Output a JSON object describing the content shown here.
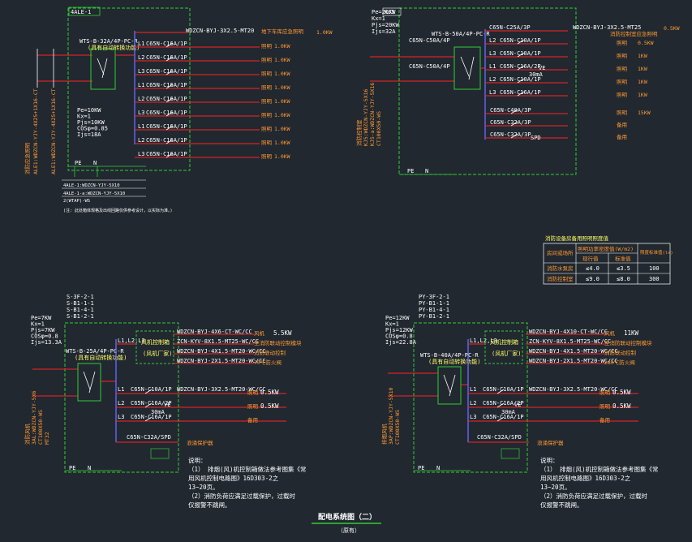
{
  "title": "配电系统图（二）",
  "subtitle": "（原有）",
  "colors": {
    "green": "#33cc33",
    "red": "#ff2222",
    "white": "#ffffff",
    "yellow": "#ffff66",
    "orange": "#ff9933",
    "cyan": "#33dddd",
    "blue": "#6666ff",
    "bg": "#212830"
  },
  "panel_a": {
    "label": "4ALE-1",
    "main_breaker": "WTS-B-32A/4P-PC-R",
    "main_sub": "(具有自动转换功能)",
    "params": [
      "Pe=10KW",
      "Kx=1",
      "Pjs=10KW",
      "COSφ=0.85",
      "Ijs=18A"
    ],
    "feeder_cable": "WDZCN-BYJ-3X2.5-MT20",
    "feeder_note": "地下车库应急照明",
    "feeder_power": "1.0KW",
    "circuits": [
      {
        "phase": "L1",
        "breaker": "C65N-C16A/1P",
        "load": "照明",
        "power": "1.0KW"
      },
      {
        "phase": "L2",
        "breaker": "C65N-C16A/1P",
        "load": "照明",
        "power": "1.0KW"
      },
      {
        "phase": "L3",
        "breaker": "C65N-C16A/1P",
        "load": "照明",
        "power": "1.0KW"
      },
      {
        "phase": "L1",
        "breaker": "C65N-C16A/1P",
        "load": "照明",
        "power": "1.0KW"
      },
      {
        "phase": "L2",
        "breaker": "C65N-C16A/1P",
        "load": "照明",
        "power": "1.0KW"
      },
      {
        "phase": "L3",
        "breaker": "C65N-C16A/1P",
        "load": "照明",
        "power": "1.0KW"
      },
      {
        "phase": "L1",
        "breaker": "C65N-C16A/1P",
        "load": "照明",
        "power": "1.0KW"
      },
      {
        "phase": "L2",
        "breaker": "C65N-C16A/1P",
        "load": "照明",
        "power": "1.0KW"
      },
      {
        "phase": "L3",
        "breaker": "C65N-C16A/1P",
        "load": "照明",
        "power": "1.0KW"
      }
    ],
    "pe": "PE",
    "n": "N",
    "incoming": [
      "消防应急照明",
      "ALE1:WDZCN-YJY-4X25+1X16-CT",
      "ALE1:WDZCN-YJY-4X25+1X16-CT"
    ],
    "notes": [
      "4ALE-1:WDZCN-YJY-5X10",
      "4ALE-1-a:WDZCN-YJY-5X10",
      "2(WTAP)-WS"
    ],
    "footnote": "(注: 此处箱体规格及出线回路仅供参考设计，以实际为准。)"
  },
  "panel_b": {
    "params": [
      "Pe=20KW",
      "Kx=1",
      "Pjs=20KW",
      "Ijs=32A"
    ],
    "kj": "KJ5",
    "main_breaker": "WTS-B-50A/4P-PC-R",
    "second_breaker": "C65N-C50A/4P",
    "third_breaker": "C65N-C50A/4P",
    "top_breaker": "C65N-C25A/3P",
    "top_cable": "WDZCN-BYJ-3X2.5-MT25",
    "top_load": "消防控制室应急照明",
    "top_power": "0.5KW",
    "circuits": [
      {
        "phase": "L2",
        "breaker": "C65N-C10A/1P",
        "load": "照明",
        "power": "0.5KW"
      },
      {
        "phase": "L3",
        "breaker": "C65N-C10A/1P",
        "load": "照明",
        "power": "1KW"
      },
      {
        "phase": "L1",
        "breaker": "C65N-C16A/2P",
        "load": "照明",
        "power": "1KW"
      },
      {
        "phase": "L2",
        "breaker": "C65N-C10A/1P",
        "load": "照明",
        "power": "1KW"
      },
      {
        "phase": "L3",
        "breaker": "C65N-C16A/1P",
        "load": "照明",
        "power": "1KW"
      }
    ],
    "vigi": "VE",
    "rcd": "30mA",
    "lower": [
      {
        "breaker": "C65N-C40A/3P",
        "load": "照明",
        "power": "15KW"
      },
      {
        "breaker": "C65N-C32A/3P",
        "load": "备用",
        "power": ""
      },
      {
        "breaker": "C65N-C32A/3P",
        "load": "备用",
        "power": ""
      }
    ],
    "spd": "SPD",
    "pe": "PE",
    "n": "N",
    "incoming": [
      "消防控制室",
      "KJ5:WDZCN-YJY-5X16",
      "KJ5-a:WDZCN-YJY-5X16",
      "CT100X50-WS"
    ]
  },
  "legend_table": {
    "title": "消防设备房备用照明照度值",
    "header_main": "照明功率密度值(W/m2)",
    "header_right": "照度标准值(lx)",
    "col1": "房间或场所",
    "col2": "现行值",
    "col3": "标准值",
    "rows": [
      {
        "name": "消防水泵房",
        "v1": "≤4.0",
        "v2": "≤3.5",
        "v3": "100"
      },
      {
        "name": "消防控制室",
        "v1": "≤9.0",
        "v2": "≤8.0",
        "v3": "300"
      }
    ]
  },
  "panel_c": {
    "tags": [
      "S-3F-2-1",
      "S-B1-1-1",
      "S-B1-4-1",
      "S-B1-2-1"
    ],
    "params": [
      "Pe=7KW",
      "Kx=1",
      "Pjs=7KW",
      "COSφ=0.8",
      "Ijs=13.3A"
    ],
    "main_breaker": "WTS-B-25A/4P-PC-R",
    "main_sub": "(具有自动转换功能)",
    "ctrl_label": "L1,L2,L3",
    "ctrl_box": "风机控制箱",
    "ctrl_sub": "(风机厂家)",
    "cables": [
      {
        "text": "WDZCN-BYJ-4X6-CT-WC/CC",
        "load": "风机",
        "power": "5.5KW"
      },
      {
        "text": "ZCN-KYV-8X1.5-MT25-WC/CC",
        "load": "至消防联动控制模块",
        "power": ""
      },
      {
        "text": "WDZCN-BYJ-4X1.5-MT20-WC/CC",
        "load": "消防联动控制",
        "power": ""
      },
      {
        "text": "WDZCN-BYJ-2X1.5-MT20-WC/CC",
        "load": "70℃防火阀",
        "power": ""
      }
    ],
    "circuits": [
      {
        "phase": "L1",
        "breaker": "C65N-C10A/1P",
        "cable": "WDZCN-BYJ-3X2.5-MT20-WC/CC",
        "load": "照明",
        "power": "0.5KW"
      },
      {
        "phase": "L2",
        "breaker": "C65N-C16A/2P",
        "cable": "",
        "load": "照明",
        "power": "0.5KW"
      },
      {
        "phase": "L3",
        "breaker": "C65N-C16A/1P",
        "cable": "",
        "load": "备用",
        "power": ""
      }
    ],
    "vigi": "VE",
    "rcd": "30mA",
    "spd_breaker": "C65N-C32A/SPD",
    "spd_load": "浪涌保护器",
    "pe": "PE",
    "n": "N",
    "incoming": [
      "消防风机",
      "3AL:WDZCN-YJY-5X6",
      "CT100X50-WS",
      "MT32"
    ],
    "notes": [
      "说明：",
      "（1）  排烟(风)机控制箱做法参考图集《常",
      "用风机控制电路图》16D303-2之",
      "13~20页。",
      "（2）消防负荷应满足过载保护，过载时",
      "仅报警不跳闸。"
    ]
  },
  "panel_d": {
    "tags": [
      "PY-3F-2-1",
      "PY-B1-1-1",
      "PY-B1-4-1",
      "PY-B1-2-1"
    ],
    "params": [
      "Pe=12KW",
      "Kx=1",
      "Pjs=12KW",
      "COSφ=0.8",
      "Ijs=22.8A"
    ],
    "main_breaker": "WTS-B-40A/4P-PC-R",
    "main_sub": "(具有自动转换功能)",
    "ctrl_label": "L1,L2,L3",
    "ctrl_box": "风机控制箱",
    "ctrl_sub": "(风机厂家)",
    "cables": [
      {
        "text": "WDZCN-BYJ-4X10-CT-WC/CC",
        "load": "风机",
        "power": "11KW"
      },
      {
        "text": "ZCN-KYV-8X1.5-MT25-WC/CC",
        "load": "至消防联动控制模块",
        "power": ""
      },
      {
        "text": "WDZCN-BYJ-4X1.5-MT20-WC/CC",
        "load": "消防联动控制",
        "power": ""
      },
      {
        "text": "WDZCN-BYJ-2X1.5-MT20-WC/CC",
        "load": "280℃防火阀",
        "power": ""
      }
    ],
    "circuits": [
      {
        "phase": "L1",
        "breaker": "C65N-C10A/1P",
        "cable": "WDZCN-BYJ-3X2.5-MT20-WC/CC",
        "load": "照明",
        "power": "0.5KW"
      },
      {
        "phase": "L2",
        "breaker": "C65N-C16A/2P",
        "cable": "",
        "load": "照明",
        "power": "0.5KW"
      },
      {
        "phase": "L3",
        "breaker": "C65N-C16A/1P",
        "cable": "",
        "load": "备用",
        "power": ""
      }
    ],
    "vigi": "VE",
    "rcd": "30mA",
    "spd_breaker": "C65N-C32A/SPD",
    "spd_load": "浪涌保护器",
    "pe": "PE",
    "n": "N",
    "incoming": [
      "排烟风机",
      "3AP:WDZCN-YJY-5X10",
      "CT100X50-WS"
    ],
    "notes": [
      "说明：",
      "（1）  排烟(风)机控制箱做法参考图集《常",
      "用风机控制电路图》16D303-2之",
      "13~20页。",
      "（2）消防负荷应满足过载保护，过载时",
      "仅报警不跳闸。"
    ]
  }
}
